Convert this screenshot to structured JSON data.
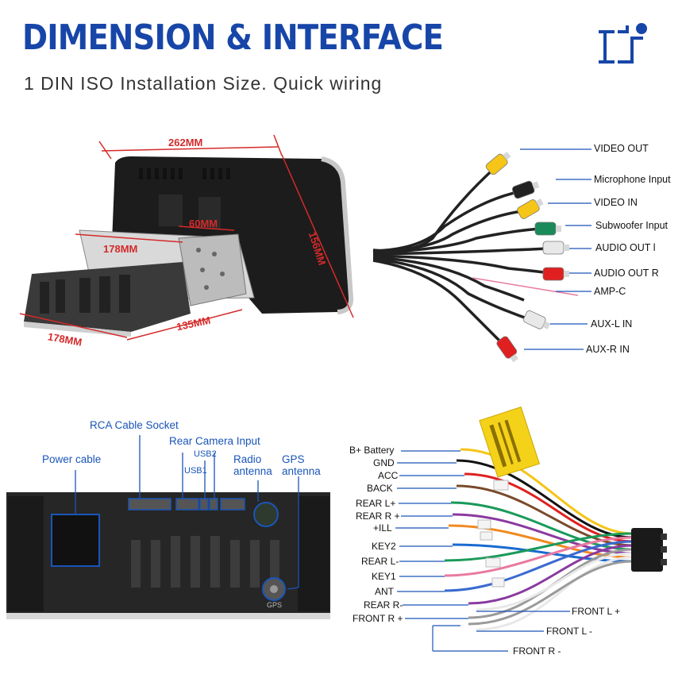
{
  "header": {
    "title": "DIMENSION & INTERFACE",
    "subtitle": "1 DIN ISO Installation Size. Quick wiring",
    "icon": "share-flow-icon",
    "accent_color": "#1746a8"
  },
  "dimensions": {
    "width_top": "262MM",
    "height": "156MM",
    "depth_mid": "178MM",
    "depth_bottom": "178MM",
    "width_bottom": "135MM",
    "bracket": "60MM",
    "color": "#d42a2a"
  },
  "rca_cables": [
    {
      "label": "VIDEO OUT",
      "color": "#f5c518"
    },
    {
      "label": "Microphone Input",
      "color": "#222222"
    },
    {
      "label": "VIDEO IN",
      "color": "#f5c518"
    },
    {
      "label": "Subwoofer Input",
      "color": "#1a8a5a"
    },
    {
      "label": "AUDIO OUT l",
      "color": "#e8e8e8"
    },
    {
      "label": "AUDIO OUT R",
      "color": "#e02020"
    },
    {
      "label": "AMP-C",
      "color": "#e87aa0"
    },
    {
      "label": "AUX-L IN",
      "color": "#e8e8e8"
    },
    {
      "label": "AUX-R IN",
      "color": "#e02020"
    }
  ],
  "rear_panel": {
    "rca_socket": "RCA Cable Socket",
    "power_cable": "Power cable",
    "rear_camera": "Rear Camera Input",
    "usb2": "USB2",
    "usb1": "USB1",
    "radio_antenna": "Radio antenna",
    "gps_antenna": "GPS antenna",
    "gps_mark": "GPS"
  },
  "harness_wires": [
    {
      "label": "B+ Battery",
      "color": "#f5c518"
    },
    {
      "label": "GND",
      "color": "#111111"
    },
    {
      "label": "ACC",
      "color": "#e02020"
    },
    {
      "label": "BACK",
      "color": "#7a4a2a"
    },
    {
      "label": "REAR L+",
      "color": "#1a9a5a"
    },
    {
      "label": "REAR R +",
      "color": "#8a3aa0"
    },
    {
      "label": "+ILL",
      "color": "#f08a20"
    },
    {
      "label": "KEY2",
      "color": "#1a6ad0"
    },
    {
      "label": "REAR L-",
      "color": "#1a9a5a"
    },
    {
      "label": "KEY1",
      "color": "#e87aa0"
    },
    {
      "label": "ANT",
      "color": "#3a6ad0"
    },
    {
      "label": "REAR R-",
      "color": "#8a3aa0"
    },
    {
      "label": "FRONT R +",
      "color": "#9a9a9a"
    },
    {
      "label": "FRONT L +",
      "color": "#e8e8e8"
    },
    {
      "label": "FRONT L -",
      "color": "#e8e8e8"
    },
    {
      "label": "FRONT R -",
      "color": "#9a9a9a"
    }
  ]
}
